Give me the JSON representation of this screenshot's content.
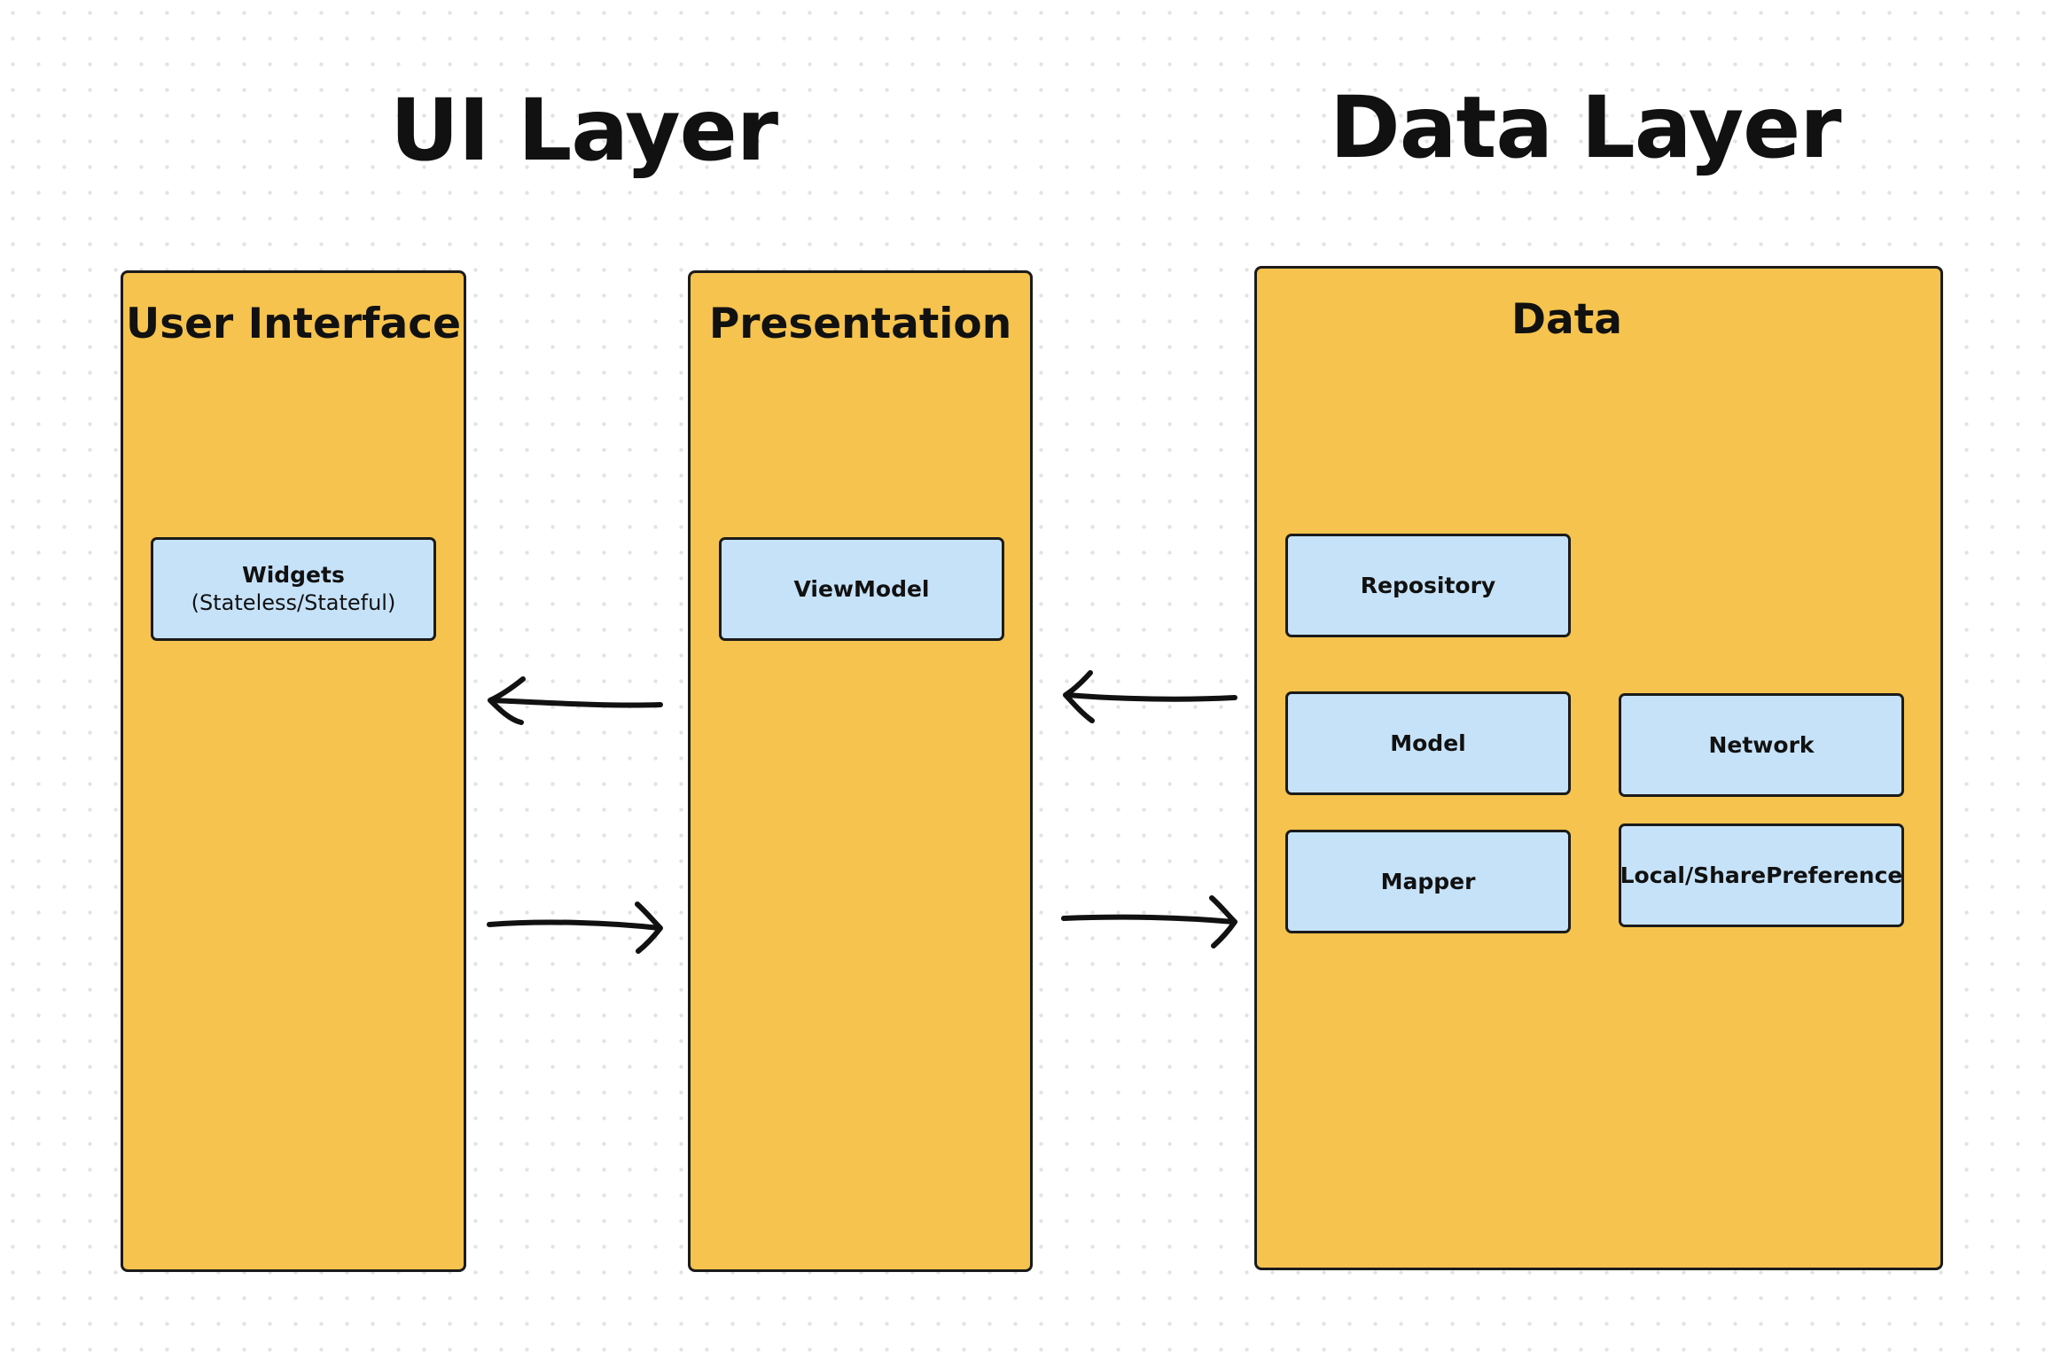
{
  "titles": {
    "ui_layer": "UI Layer",
    "data_layer": "Data Layer"
  },
  "panels": {
    "user_interface": {
      "title": "User Interface",
      "widgets": {
        "label": "Widgets",
        "sub": "(Stateless/Stateful)"
      }
    },
    "presentation": {
      "title": "Presentation",
      "viewmodel": "ViewModel"
    },
    "data": {
      "title": "Data",
      "repository": "Repository",
      "model": "Model",
      "network": "Network",
      "mapper": "Mapper",
      "local": "Local/SharePreference"
    }
  },
  "colors": {
    "panel_fill": "#f5c34e",
    "box_fill": "#c6e2f8",
    "outline": "#1b1b1b"
  }
}
